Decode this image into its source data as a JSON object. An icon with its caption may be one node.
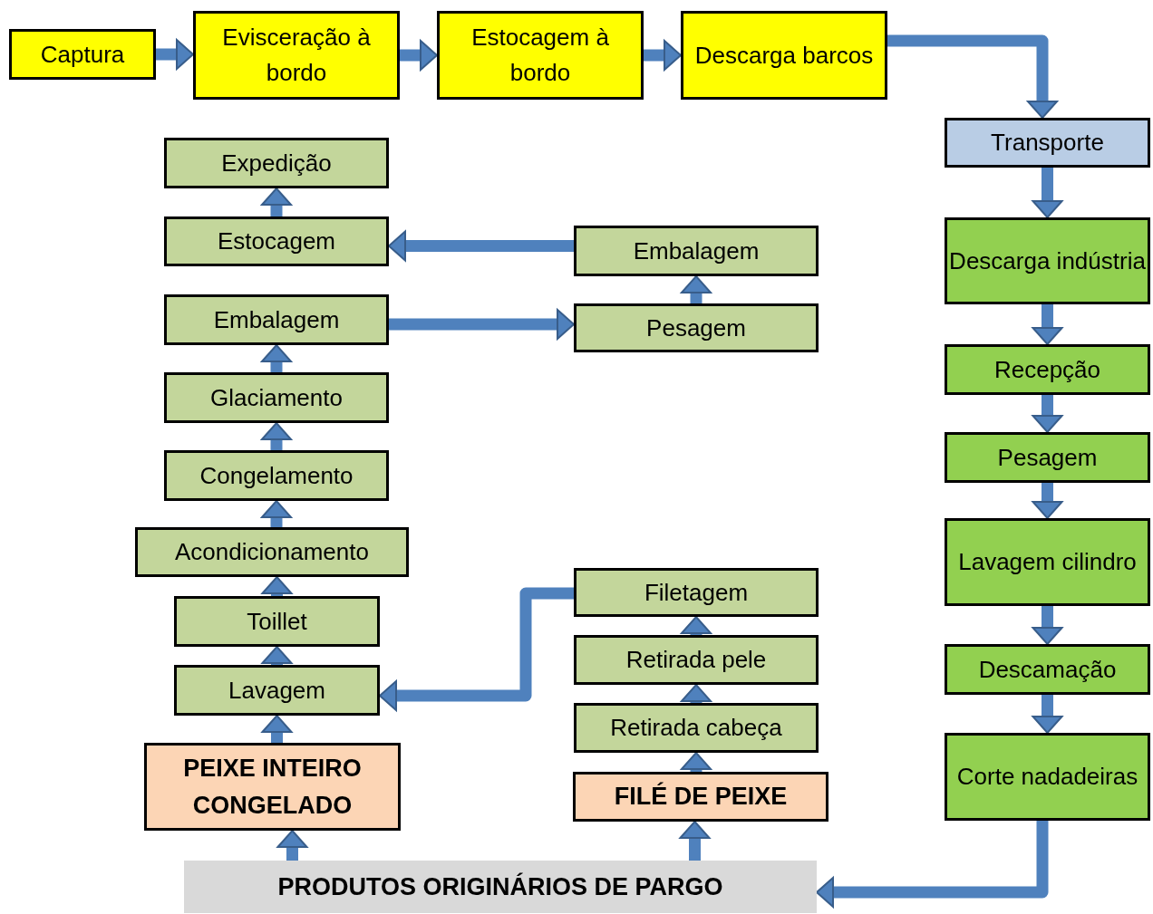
{
  "diagram": {
    "nodes": [
      {
        "text": [
          "Captura"
        ]
      },
      {
        "text": [
          "Evisceração à bordo"
        ]
      },
      {
        "text": [
          "Estocagem à bordo"
        ]
      },
      {
        "text": [
          "Descarga barcos"
        ]
      },
      {
        "text": [
          "Transporte"
        ]
      },
      {
        "text": [
          "Descarga indústria"
        ]
      },
      {
        "text": [
          "Recepção"
        ]
      },
      {
        "text": [
          "Pesagem"
        ]
      },
      {
        "text": [
          "Lavagem cilindro"
        ]
      },
      {
        "text": [
          "Descamação"
        ]
      },
      {
        "text": [
          "Corte nadadeiras"
        ]
      },
      {
        "text": [
          "PRODUTOS ORIGINÁRIOS DE PARGO"
        ]
      },
      {
        "text": [
          "PEIXE INTEIRO CONGELADO"
        ]
      },
      {
        "text": [
          "Lavagem"
        ]
      },
      {
        "text": [
          "Toillet"
        ]
      },
      {
        "text": [
          "Acondicionamento"
        ]
      },
      {
        "text": [
          "Congelamento"
        ]
      },
      {
        "text": [
          "Glaciamento"
        ]
      },
      {
        "text": [
          "Embalagem"
        ]
      },
      {
        "text": [
          "Estocagem"
        ]
      },
      {
        "text": [
          "Expedição"
        ]
      },
      {
        "text": [
          "FILÉ DE PEIXE"
        ]
      },
      {
        "text": [
          "Retirada cabeça"
        ]
      },
      {
        "text": [
          "Retirada pele"
        ]
      },
      {
        "text": [
          "Filetagem"
        ]
      },
      {
        "text": [
          "Pesagem"
        ]
      },
      {
        "text": [
          "Embalagem"
        ]
      }
    ],
    "edges": [
      {
        "from": 0,
        "to": 1,
        "arrow": "to"
      },
      {
        "from": 1,
        "to": 2,
        "arrow": "to"
      },
      {
        "from": 2,
        "to": 3,
        "arrow": "to"
      },
      {
        "from": 3,
        "to": 4,
        "arrow": "to"
      },
      {
        "from": 4,
        "to": 5,
        "arrow": "to"
      },
      {
        "from": 5,
        "to": 6,
        "arrow": "to"
      },
      {
        "from": 6,
        "to": 7,
        "arrow": "to"
      },
      {
        "from": 7,
        "to": 8,
        "arrow": "to"
      },
      {
        "from": 8,
        "to": 9,
        "arrow": "to"
      },
      {
        "from": 9,
        "to": 10,
        "arrow": "to"
      },
      {
        "from": 10,
        "to": 11,
        "arrow": "to"
      },
      {
        "from": 11,
        "to": 12,
        "arrow": "to"
      },
      {
        "from": 11,
        "to": 21,
        "arrow": "to"
      },
      {
        "from": 12,
        "to": 13,
        "arrow": "to"
      },
      {
        "from": 13,
        "to": 14,
        "arrow": "to"
      },
      {
        "from": 14,
        "to": 15,
        "arrow": "to"
      },
      {
        "from": 15,
        "to": 16,
        "arrow": "to"
      },
      {
        "from": 16,
        "to": 17,
        "arrow": "to"
      },
      {
        "from": 17,
        "to": 18,
        "arrow": "to"
      },
      {
        "from": 18,
        "to": 25,
        "arrow": "to"
      },
      {
        "from": 25,
        "to": 26,
        "arrow": "to"
      },
      {
        "from": 26,
        "to": 19,
        "arrow": "to"
      },
      {
        "from": 19,
        "to": 20,
        "arrow": "to"
      },
      {
        "from": 21,
        "to": 22,
        "arrow": "to"
      },
      {
        "from": 22,
        "to": 23,
        "arrow": "to"
      },
      {
        "from": 23,
        "to": 24,
        "arrow": "to"
      },
      {
        "from": 24,
        "to": 13,
        "arrow": "to"
      }
    ]
  }
}
